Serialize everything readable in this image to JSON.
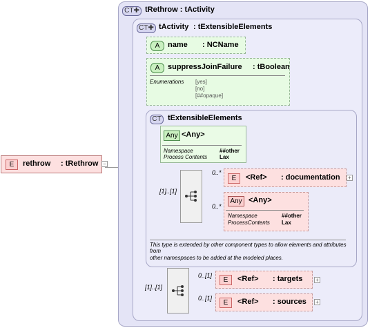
{
  "root_element": {
    "tag": "E",
    "name": "rethrow",
    "type": ": tRethrow"
  },
  "outer_type": {
    "tag": "CT",
    "title": "tRethrow : tActivity"
  },
  "activity_type": {
    "tag": "CT",
    "name": "tActivity",
    "base": ": tExtensibleElements"
  },
  "attr_name": {
    "tag": "A",
    "name": "name",
    "type": ": NCName"
  },
  "attr_suppress": {
    "tag": "A",
    "name": "suppressJoinFailure",
    "type": ": tBoolean",
    "enum_label": "Enumerations",
    "enum_values": [
      "[yes]",
      "[no]",
      "[##opaque]"
    ]
  },
  "ext_type": {
    "tag": "CT",
    "name": "tExtensibleElements",
    "note_line1": "This type is extended by other component types to allow elements and attributes from",
    "note_line2": "other namespaces to be added at the modeled places."
  },
  "any_attr": {
    "tag": "Any",
    "label": "<Any>",
    "ns_label": "Namespace",
    "ns_value": "##other",
    "pc_label": "Process Contents",
    "pc_value": "Lax"
  },
  "seq1_occ": "[1]..[1]",
  "doc_elem": {
    "tag": "E",
    "ref": "<Ref>",
    "name": ": documentation",
    "occ": "0..*"
  },
  "any_elem": {
    "tag": "Any",
    "label": "<Any>",
    "occ": "0..*",
    "ns_label": "Namespace",
    "ns_value": "##other",
    "pc_label": "ProcessContents",
    "pc_value": "Lax"
  },
  "seq2_occ": "[1]..[1]",
  "targets_elem": {
    "tag": "E",
    "ref": "<Ref>",
    "name": ": targets",
    "occ": "0..[1]"
  },
  "sources_elem": {
    "tag": "E",
    "ref": "<Ref>",
    "name": ": sources",
    "occ": "0..[1]"
  },
  "icons": {
    "sequence": "sequence-icon",
    "expand": "plus-icon",
    "ct_badge": "ct-plus-icon"
  },
  "colors": {
    "element_bg": "#fde0e0",
    "attribute_bg": "#e7fbe3",
    "complex_type_bg": "#e4e4f6"
  }
}
